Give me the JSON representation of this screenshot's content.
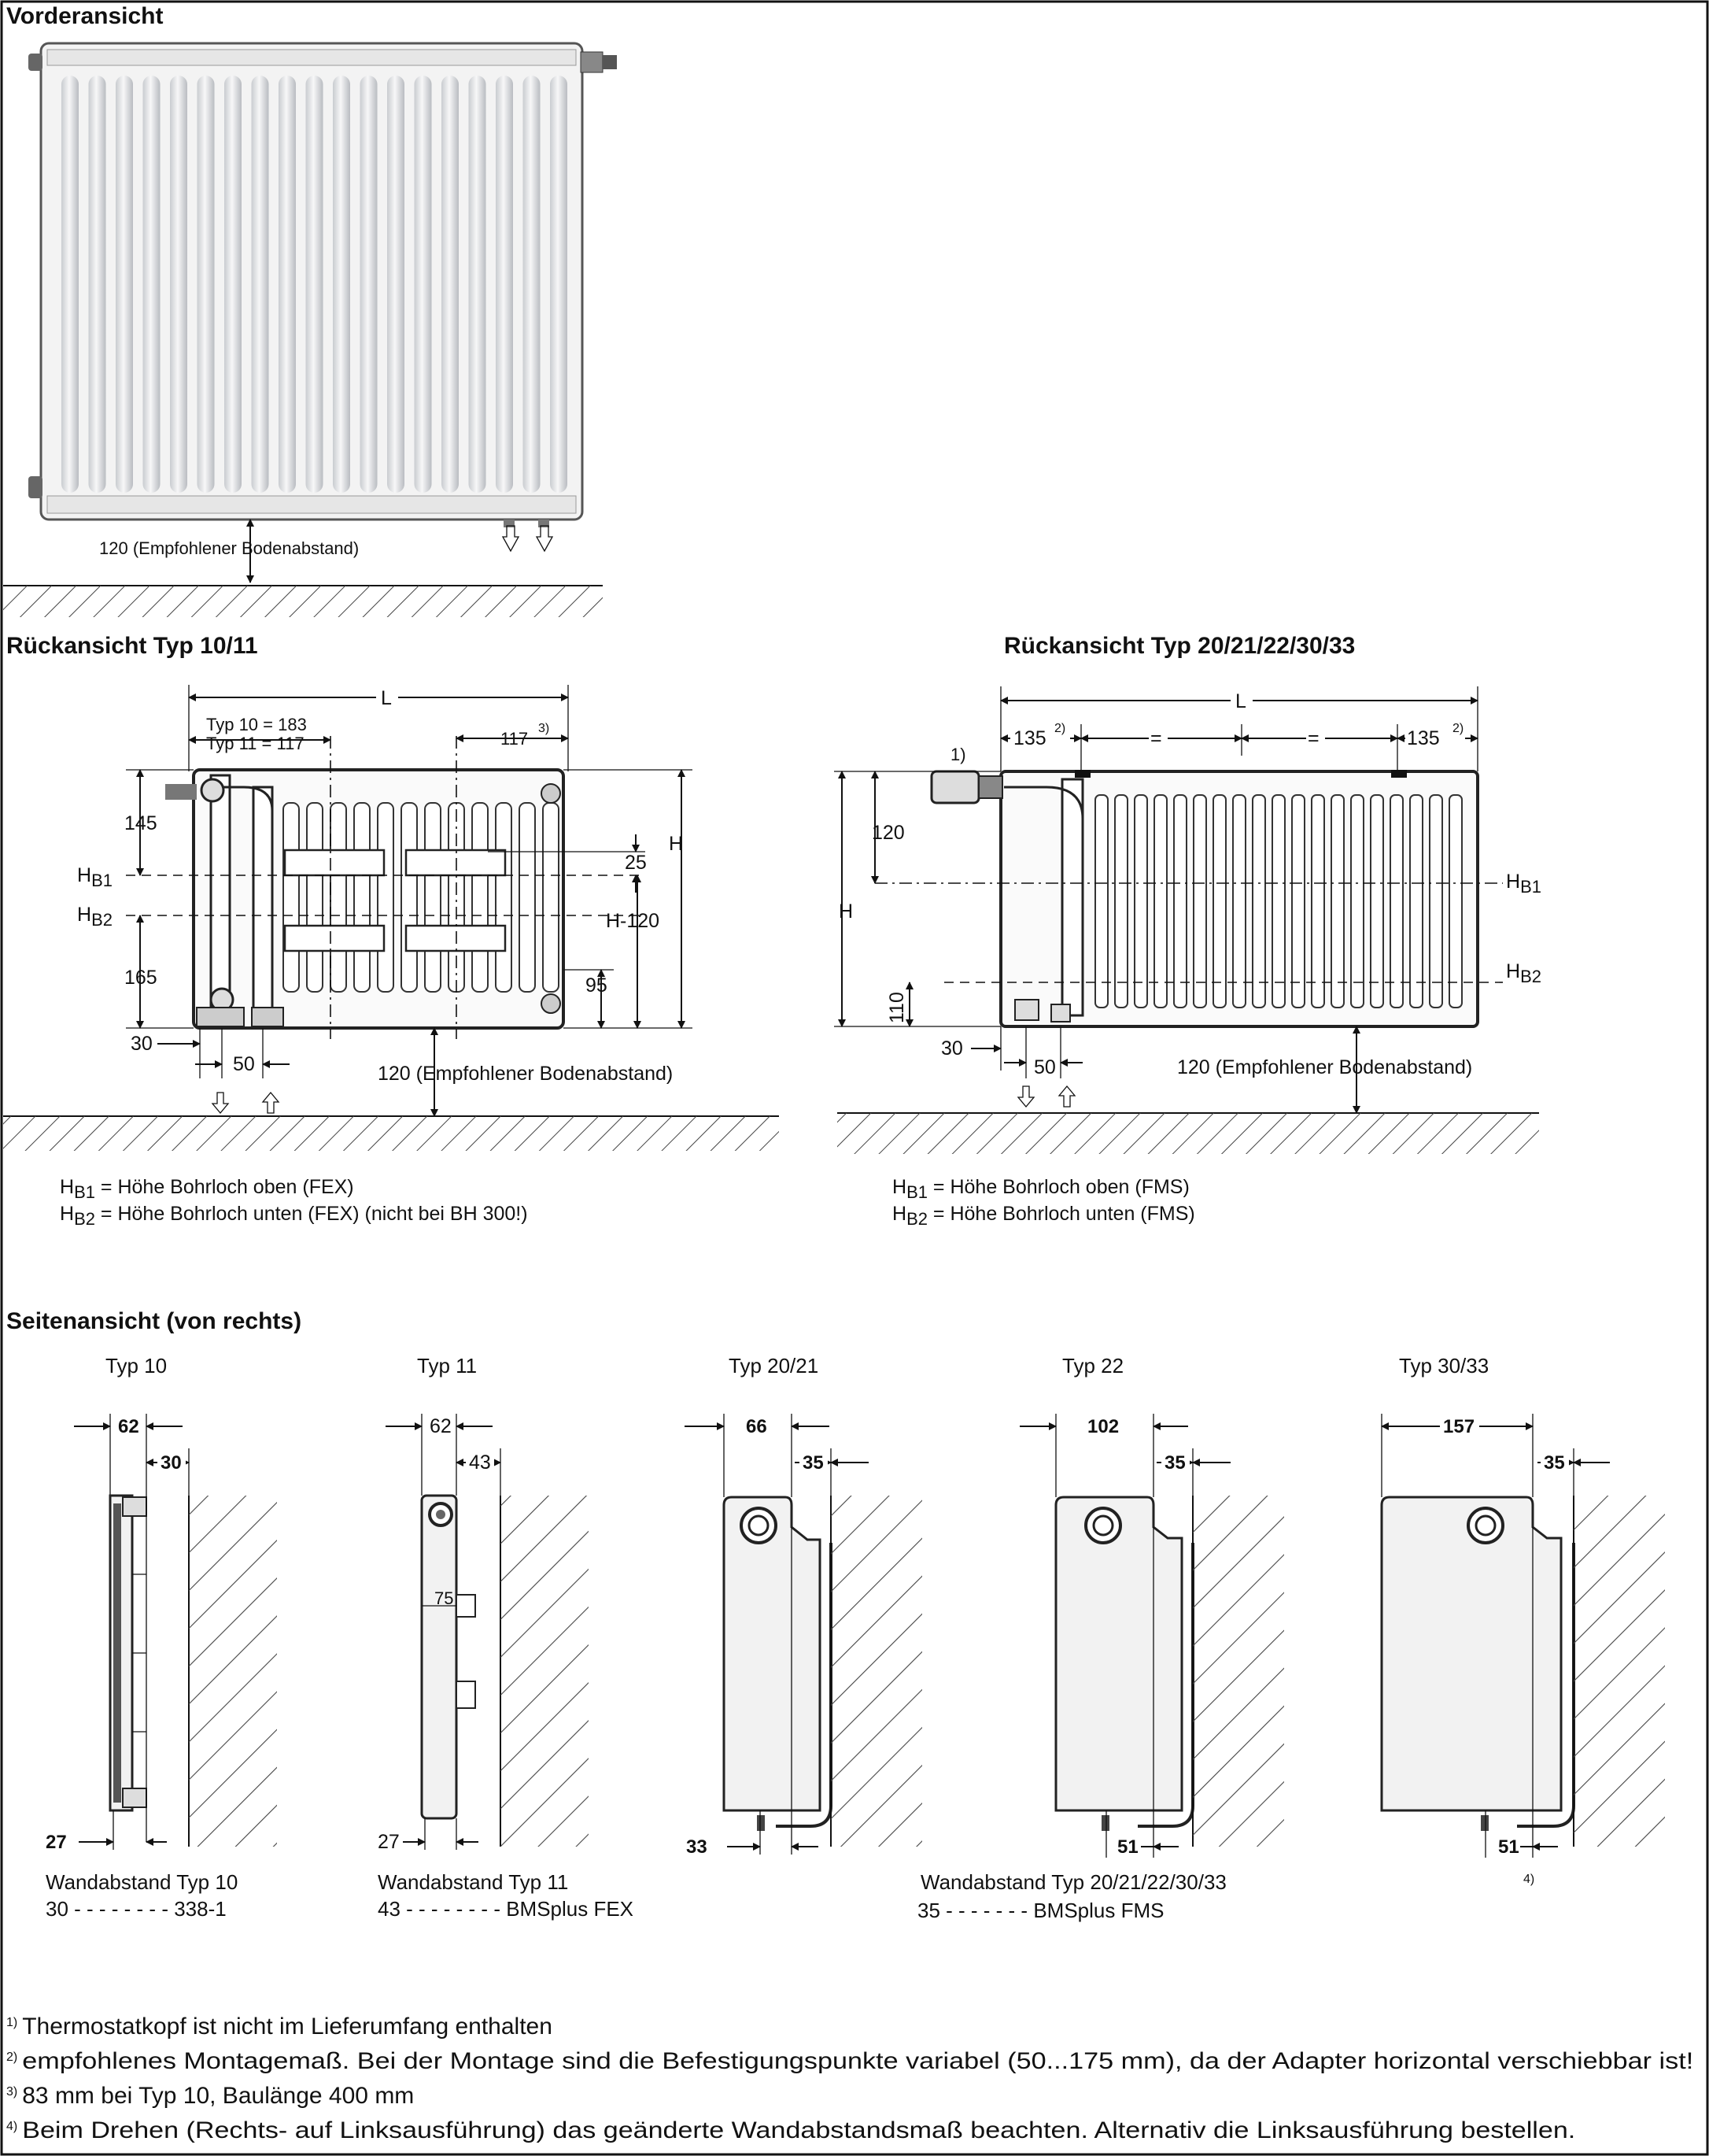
{
  "front": {
    "title": "Vorderansicht",
    "floor_label": "120 (Empfohlener Bodenabstand)"
  },
  "back_1011": {
    "title": "Rückansicht Typ 10/11",
    "L": "L",
    "typ10": "Typ 10 = 183",
    "typ11": "Typ 11 = 117",
    "d117": "117",
    "d117_sup": "3)",
    "d145": "145",
    "hb1": "H",
    "hb1_sub": "B1",
    "hb2": "H",
    "hb2_sub": "B2",
    "d165": "165",
    "d25": "25",
    "H": "H",
    "Hm120": "H-120",
    "d95": "95",
    "d30": "30",
    "d50": "50",
    "floor_label": "120 (Empfohlener Bodenabstand)",
    "legend1_prefix": "H",
    "legend1_sub": "B1",
    "legend1_text": " = Höhe Bohrloch oben (FEX)",
    "legend2_prefix": "H",
    "legend2_sub": "B2",
    "legend2_text": " = Höhe Bohrloch unten (FEX) (nicht bei BH 300!)"
  },
  "back_2033": {
    "title": "Rückansicht Typ 20/21/22/30/33",
    "L": "L",
    "note1": "1)",
    "d135a": "135",
    "d135a_sup": "2)",
    "eq1": "=",
    "eq2": "=",
    "d135b": "135",
    "d135b_sup": "2)",
    "d120": "120",
    "H": "H",
    "hb1": "H",
    "hb1_sub": "B1",
    "hb2": "H",
    "hb2_sub": "B2",
    "d110": "110",
    "d30": "30",
    "d50": "50",
    "floor_label": "120 (Empfohlener Bodenabstand)",
    "legend1_prefix": "H",
    "legend1_sub": "B1",
    "legend1_text": " = Höhe Bohrloch oben (FMS)",
    "legend2_prefix": "H",
    "legend2_sub": "B2",
    "legend2_text": " = Höhe Bohrloch unten (FMS)"
  },
  "side": {
    "title": "Seitenansicht (von rechts)",
    "t10": {
      "label": "Typ 10",
      "w": "62",
      "gap": "30",
      "bottom": "27"
    },
    "t11": {
      "label": "Typ 11",
      "w": "62",
      "gap": "43",
      "mid": "75",
      "bottom": "27"
    },
    "t2021": {
      "label": "Typ 20/21",
      "w": "66",
      "gap": "35",
      "bottom": "33"
    },
    "t22": {
      "label": "Typ 22",
      "w": "102",
      "gap": "35",
      "bottom": "51"
    },
    "t3033": {
      "label": "Typ 30/33",
      "w": "157",
      "gap": "35",
      "bottom": "51",
      "note": "4)"
    },
    "wa10_title": "Wandabstand Typ 10",
    "wa10_line": "30 - - - - - - - - 338-1",
    "wa11_title": "Wandabstand Typ 11",
    "wa11_line": "43 - - - - - - - - BMSplus FEX",
    "wa20_title": "Wandabstand Typ 20/21/22/30/33",
    "wa20_line": "35 - - - - - - - BMSplus FMS"
  },
  "footnotes": [
    {
      "num": "1)",
      "text": "Thermostatkopf ist nicht im Lieferumfang enthalten"
    },
    {
      "num": "2)",
      "text": "empfohlenes Montagemaß. Bei der Montage sind die Befestigungspunkte variabel (50...175 mm), da der Adapter horizontal verschiebbar ist!"
    },
    {
      "num": "3)",
      "text": "83 mm bei Typ 10, Baulänge 400 mm"
    },
    {
      "num": "4)",
      "text": "Beim Drehen (Rechts- auf Linksausführung) das geänderte Wandabstandsmaß beachten. Alternativ die Linksausführung bestellen."
    }
  ]
}
